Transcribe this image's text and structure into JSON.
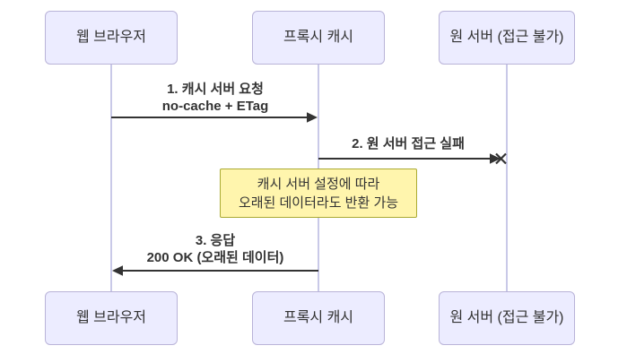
{
  "diagram": {
    "type": "sequence",
    "actors": [
      {
        "id": "web-browser",
        "label": "웹 브라우저"
      },
      {
        "id": "proxy-cache",
        "label": "프록시 캐시"
      },
      {
        "id": "origin-server",
        "label": "원 서버 (접근 불가)"
      }
    ],
    "messages": [
      {
        "from": "웹 브라우저",
        "to": "프록시 캐시",
        "line1": "1. 캐시 서버 요청",
        "line2": "no-cache + ETag",
        "arrow": "solid-arrowhead"
      },
      {
        "from": "프록시 캐시",
        "to": "원 서버 (접근 불가)",
        "line1": "2. 원 서버 접근 실패",
        "line2": "",
        "arrow": "arrowhead-with-fail-cross"
      },
      {
        "from": "프록시 캐시",
        "to": "웹 브라우저",
        "line1": "3. 응답",
        "line2": "200 OK (오래된 데이터)",
        "arrow": "solid-arrowhead"
      }
    ],
    "note": {
      "over": "프록시 캐시",
      "line1": "캐시 서버 설정에 따라",
      "line2": "오래된 데이터라도 반환 가능"
    },
    "colors": {
      "background": "#ffffff",
      "actor_fill": "#ECECFF",
      "actor_border": "#b9b3d8",
      "lifeline": "#c9c9e8",
      "message_line": "#333333",
      "text": "#333333",
      "note_fill": "#fff5ad",
      "note_border": "#aaaa33"
    }
  }
}
